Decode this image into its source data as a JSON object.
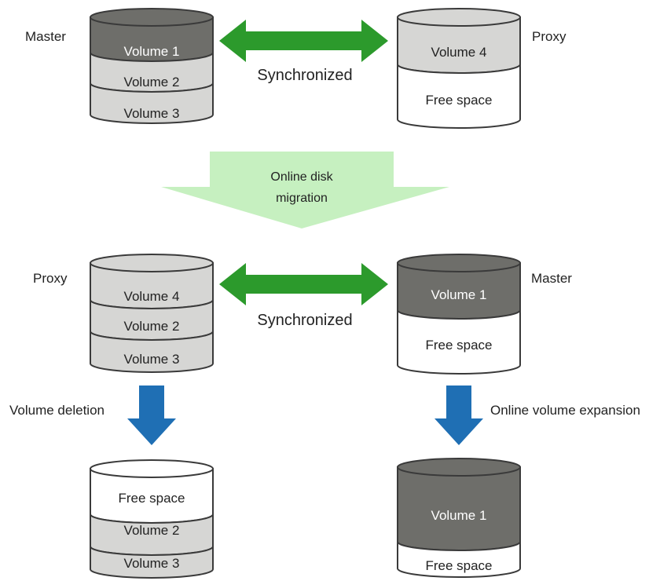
{
  "colors": {
    "master_volume": "#6e6e6a",
    "proxy_volume": "#d6d6d4",
    "free_space": "#ffffff",
    "outline": "#3a3a3a",
    "sync_arrow": "#2c9a2c",
    "migration_arrow": "#c6f0c0",
    "operation_arrow": "#1f6fb4"
  },
  "top": {
    "left_role": "Master",
    "right_role": "Proxy",
    "sync_label": "Synchronized",
    "left_disk": [
      "Volume 1",
      "Volume 2",
      "Volume 3"
    ],
    "right_disk": [
      "Volume 4",
      "Free space"
    ]
  },
  "migration": {
    "line1": "Online disk",
    "line2": "migration"
  },
  "middle": {
    "left_role": "Proxy",
    "right_role": "Master",
    "sync_label": "Synchronized",
    "left_disk": [
      "Volume 4",
      "Volume 2",
      "Volume 3"
    ],
    "right_disk": [
      "Volume 1",
      "Free space"
    ]
  },
  "operations": {
    "left": "Volume deletion",
    "right": "Online volume expansion"
  },
  "bottom": {
    "left_disk": [
      "Free space",
      "Volume 2",
      "Volume 3"
    ],
    "right_disk": [
      "Volume 1",
      "Free space"
    ]
  }
}
